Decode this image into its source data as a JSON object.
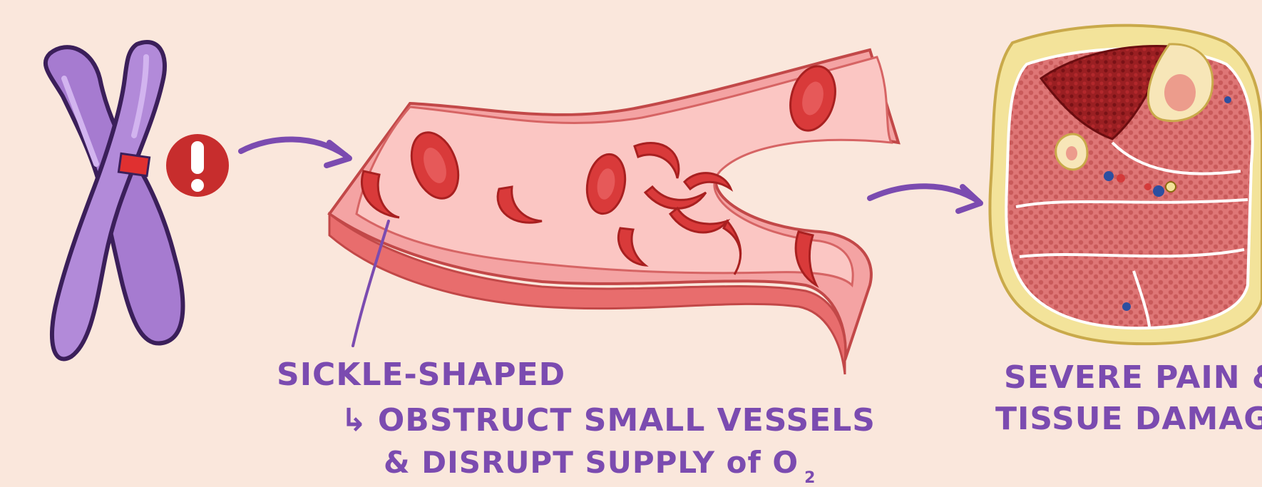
{
  "labels": {
    "sickle_shaped": "SICKLE-SHAPED",
    "obstruct_line": "OBSTRUCT SMALL VESSELS",
    "disrupt_line": "& DISRUPT SUPPLY of O",
    "oxygen_subscript": "2",
    "pain_line": "SEVERE PAIN &",
    "tissue_line": "TISSUE DAMAGE"
  },
  "icons": {
    "chromosome": "chromosome-icon",
    "warning": "exclamation-warning-icon",
    "arrow": "curved-arrow-icon",
    "vessel": "blood-vessel-icon",
    "tissue": "tissue-cross-section-icon"
  },
  "colors": {
    "background": "#fae7dc",
    "text": "#7b4bb0",
    "chromosome": "#a67bd0",
    "warning": "#c72d2d",
    "vessel": "#f08c8c",
    "red_cell": "#d93a3a",
    "fat": "#f3e39a",
    "muscle": "#e07a7a"
  }
}
